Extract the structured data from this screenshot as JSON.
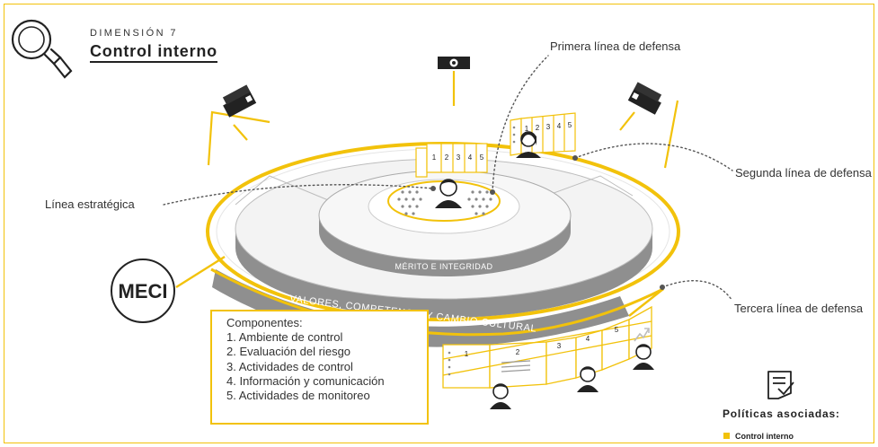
{
  "header": {
    "dimension_label": "DIMENSIÓN 7",
    "title": "Control interno"
  },
  "diagram": {
    "meci_badge": "MECI",
    "ring_labels": {
      "inner_ring": "MÉRITO E INTEGRIDAD",
      "outer_ring": "VALORES, COMPETENCIA Y CAMBIO CULTURAL"
    },
    "callouts": {
      "primera": "Primera línea de defensa",
      "segunda": "Segunda línea de defensa",
      "tercera": "Tercera línea de defensa",
      "estrategica": "Línea estratégica"
    },
    "panel_numbers": [
      "1",
      "2",
      "3",
      "4",
      "5"
    ]
  },
  "components": {
    "title": "Componentes:",
    "items": [
      "1. Ambiente de control",
      "2. Evaluación del riesgo",
      "3. Actividades de control",
      "4. Información y comunicación",
      "5. Actividades de monitoreo"
    ]
  },
  "policies": {
    "title": "Políticas asociadas:",
    "items": [
      "Control interno"
    ]
  },
  "colors": {
    "accent": "#f2c20b",
    "ring_gray": "#8f8f8f",
    "disc_fill": "#f7f7f7",
    "text": "#222222"
  },
  "icons": [
    "magnifier-icon",
    "camera-icon",
    "person-icon",
    "checklist-icon",
    "trend-arrow-icon"
  ]
}
